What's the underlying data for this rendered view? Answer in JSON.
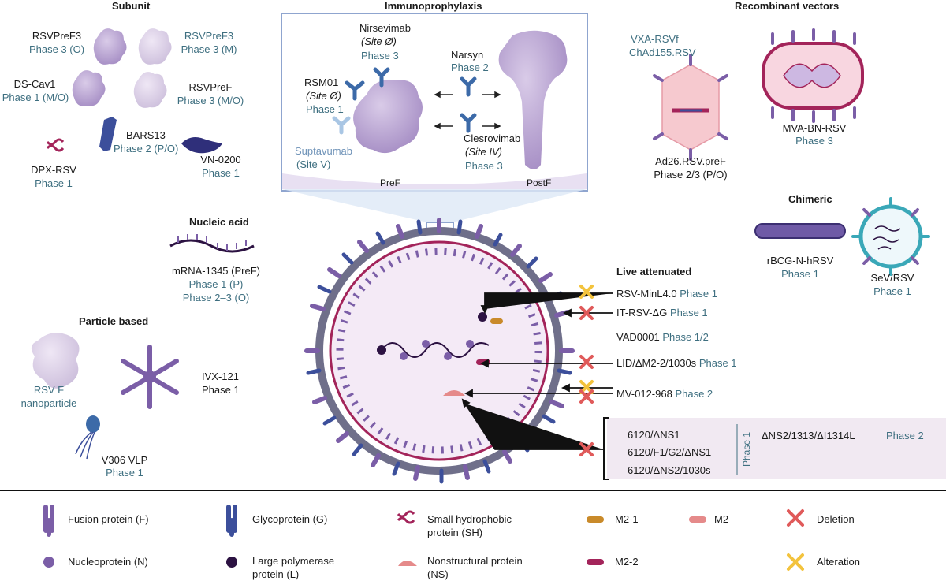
{
  "sections": {
    "subunit": "Subunit",
    "immuno": "Immunoprophylaxis",
    "recombinant": "Recombinant vectors",
    "chimeric": "Chimeric",
    "nucleic": "Nucleic acid",
    "particle": "Particle based",
    "live": "Live attenuated"
  },
  "subunit": {
    "rsvpref3_o": {
      "name": "RSVPreF3",
      "phase": "Phase 3 (O)"
    },
    "rsvpref3_m": {
      "name": "RSVPreF3",
      "phase": "Phase 3 (M)"
    },
    "dscav1": {
      "name": "DS-Cav1",
      "phase": "Phase 1 (M/O)"
    },
    "rsvpref": {
      "name": "RSVPreF",
      "phase": "Phase 3 (M/O)"
    },
    "bars13": {
      "name": "BARS13",
      "phase": "Phase 2 (P/O)"
    },
    "dpx": {
      "name": "DPX-RSV",
      "phase": "Phase 1"
    },
    "vn0200": {
      "name": "VN-0200",
      "phase": "Phase 1"
    }
  },
  "immuno": {
    "nirsevimab": {
      "name": "Nirsevimab",
      "site": "(Site Ø)",
      "phase": "Phase 3"
    },
    "rsm01": {
      "name": "RSM01",
      "site": "(Site Ø)",
      "phase": "Phase 1"
    },
    "narsyn": {
      "name": "Narsyn",
      "phase": "Phase 2"
    },
    "suptavumab": {
      "name": "Suptavumab",
      "site": "(Site V)"
    },
    "clesrovimab": {
      "name": "Clesrovimab",
      "site": "(Site IV)",
      "phase": "Phase 3"
    },
    "pref": "PreF",
    "postf": "PostF"
  },
  "recombinant": {
    "vxa": "VXA-RSVf",
    "chad": "ChAd155.RSV",
    "ad26": {
      "name": "Ad26.RSV.preF",
      "phase": "Phase 2/3 (P/O)"
    },
    "mva": {
      "name": "MVA-BN-RSV",
      "phase": "Phase 3"
    }
  },
  "chimeric": {
    "rbcg": {
      "name": "rBCG-N-hRSV",
      "phase": "Phase 1"
    },
    "sev": {
      "name": "SeV/RSV",
      "phase": "Phase 1"
    }
  },
  "nucleic": {
    "name": "mRNA-1345 (PreF)",
    "phase1": "Phase 1 (P)",
    "phase2": "Phase 2–3 (O)"
  },
  "particle": {
    "rsvf": {
      "line1": "RSV F",
      "line2": "nanoparticle"
    },
    "ivx": {
      "name": "IVX-121",
      "phase": "Phase 1"
    },
    "v306": {
      "name": "V306 VLP",
      "phase": "Phase 1"
    }
  },
  "live": {
    "items": [
      {
        "name": "RSV-MinL4.0",
        "phase": "Phase 1"
      },
      {
        "name": "IT-RSV-ΔG",
        "phase": "Phase 1"
      },
      {
        "name": "VAD0001",
        "phase": "Phase 1/2"
      },
      {
        "name": "LID/ΔM2-2/1030s",
        "phase": "Phase 1"
      },
      {
        "name": "MV-012-968",
        "phase": "Phase 2"
      }
    ],
    "box": {
      "list": [
        "6120/ΔNS1",
        "6120/F1/G2/ΔNS1",
        "6120/ΔNS2/1030s"
      ],
      "phase1": "Phase 1",
      "right": "ΔNS2/1313/ΔI1314L",
      "phase2": "Phase 2"
    }
  },
  "legend": {
    "fusion": "Fusion protein (F)",
    "glyco": "Glycoprotein (G)",
    "sh1": "Small hydrophobic",
    "sh2": "protein (SH)",
    "m21": "M2-1",
    "m2": "M2",
    "deletion": "Deletion",
    "nucleo": "Nucleoprotein (N)",
    "large1": "Large polymerase",
    "large2": "protein (L)",
    "ns1": "Nonstructural protein",
    "ns2": "(NS)",
    "m22": "M2-2",
    "alteration": "Alteration"
  },
  "colors": {
    "fusion": "#7b5ea7",
    "glyco": "#3c4f9b",
    "sh": "#a3245a",
    "nucleo": "#7b5ea7",
    "polymerase": "#2c1242",
    "ns": "#e58a8a",
    "m21": "#c98a2a",
    "m22": "#a3245a",
    "deletion": "#e05a5a",
    "alteration": "#f3c33d",
    "teal": "#3e6f80",
    "panel": "#f1e9f2",
    "frame": "#8fa5cf"
  },
  "icons": [
    "fusion-protein-icon",
    "glycoprotein-icon",
    "sh-protein-icon",
    "nucleoprotein-icon",
    "polymerase-icon",
    "ns-protein-icon",
    "m21-icon",
    "m22-icon",
    "m2-icon",
    "deletion-icon",
    "alteration-icon"
  ]
}
